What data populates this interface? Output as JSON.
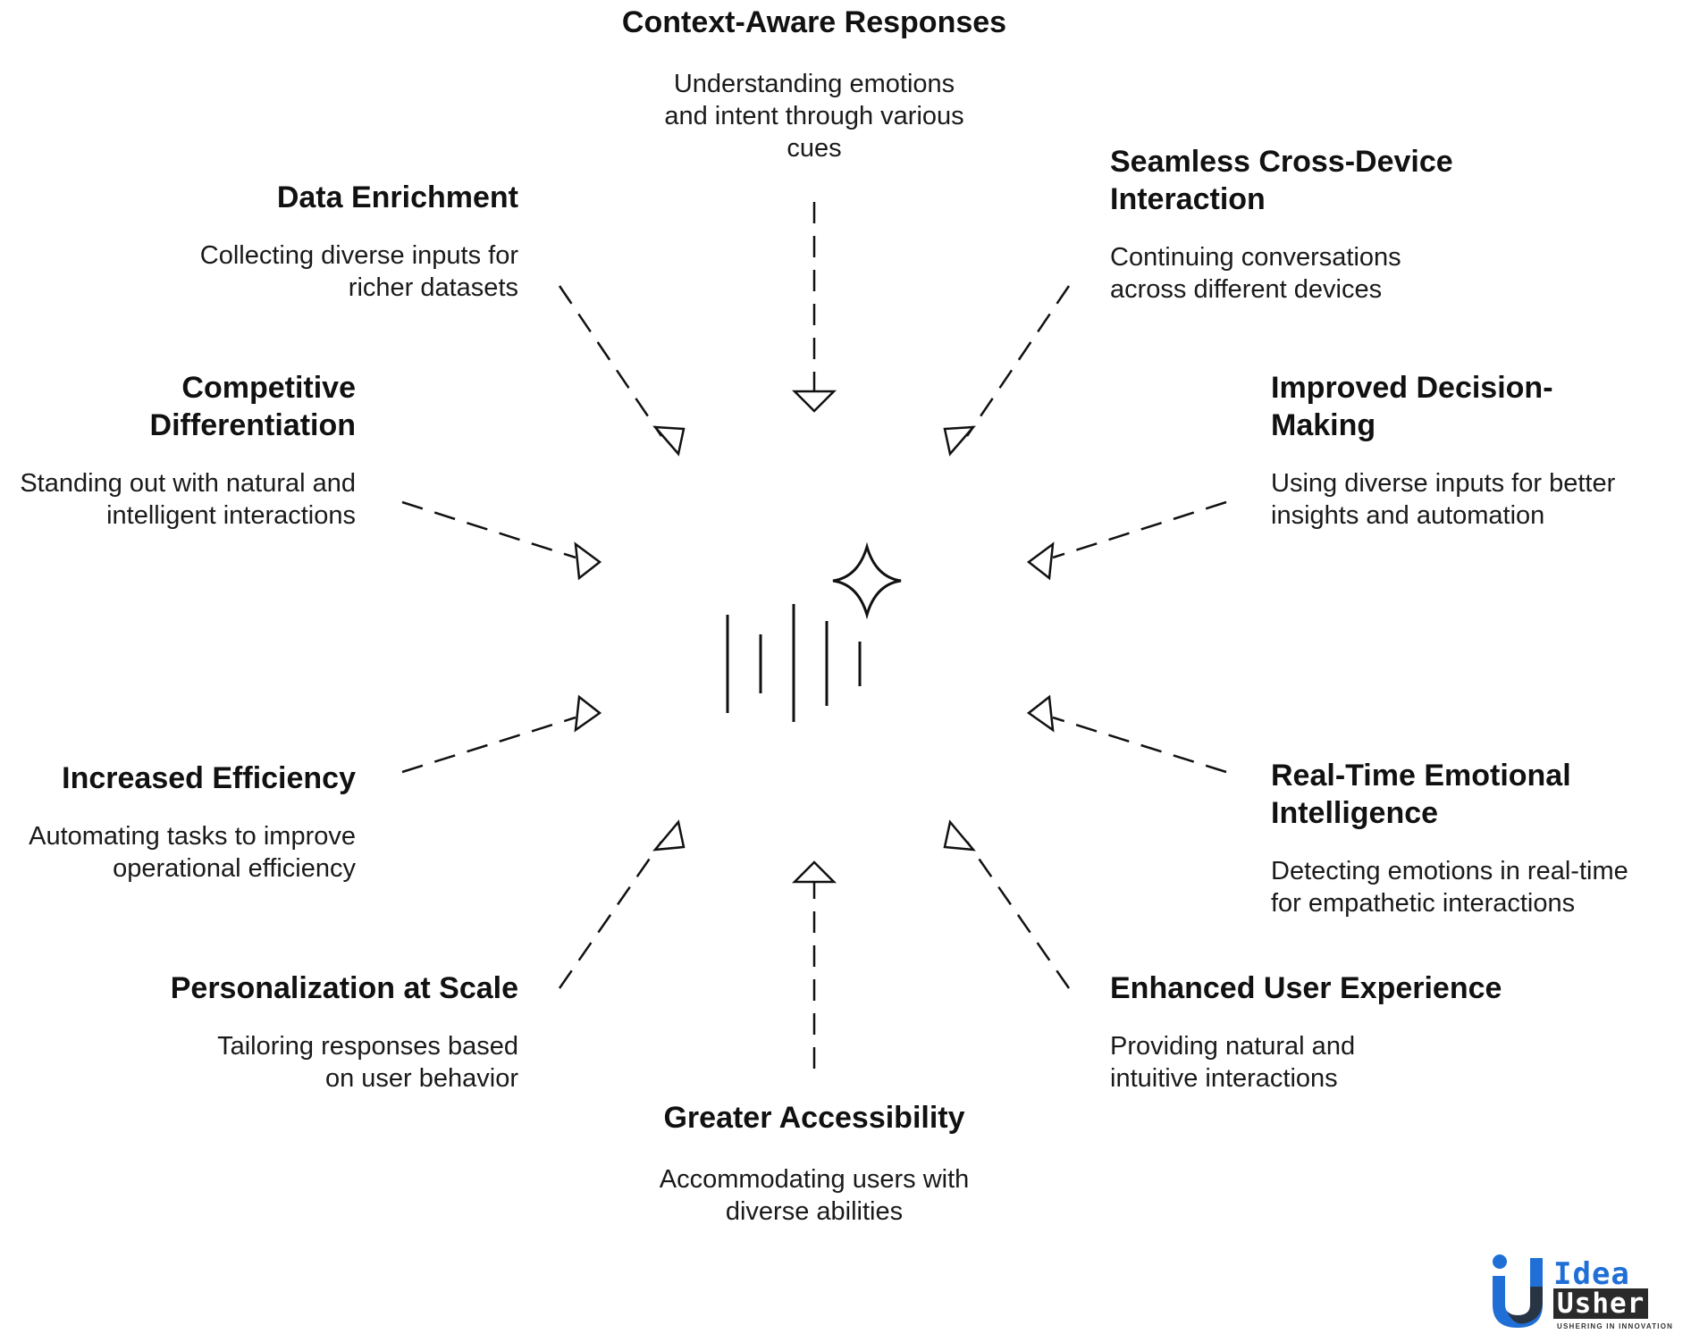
{
  "nodes": [
    {
      "id": "context",
      "title": "Context-Aware Responses",
      "desc": "Understanding emotions and intent through various cues"
    },
    {
      "id": "data",
      "title": "Data Enrichment",
      "desc": "Collecting diverse inputs for richer datasets"
    },
    {
      "id": "seamless",
      "title": "Seamless Cross-Device Interaction",
      "desc": "Continuing conversations across different devices"
    },
    {
      "id": "competitive",
      "title": "Competitive Differentiation",
      "desc": "Standing out with natural and intelligent interactions"
    },
    {
      "id": "improved",
      "title": "Improved Decision-Making",
      "desc": "Using diverse inputs for better insights and automation"
    },
    {
      "id": "efficiency",
      "title": "Increased Efficiency",
      "desc": "Automating tasks to improve operational efficiency"
    },
    {
      "id": "realtime",
      "title": "Real-Time Emotional Intelligence",
      "desc": "Detecting emotions in real-time for empathetic interactions"
    },
    {
      "id": "personalization",
      "title": "Personalization at Scale",
      "desc": "Tailoring responses based on user behavior"
    },
    {
      "id": "enhanced",
      "title": "Enhanced User Experience",
      "desc": "Providing natural and intuitive interactions"
    },
    {
      "id": "accessibility",
      "title": "Greater Accessibility",
      "desc": "Accommodating users with diverse abilities"
    }
  ],
  "logo": {
    "line1": "Idea",
    "line2": "Usher",
    "tagline": "USHERING IN INNOVATION"
  },
  "colors": {
    "stroke": "#111111",
    "logo_blue": "#1f6fd6",
    "logo_dark": "#2a2a2a"
  },
  "icons": {
    "center": "sound-wave-sparkle-icon"
  }
}
